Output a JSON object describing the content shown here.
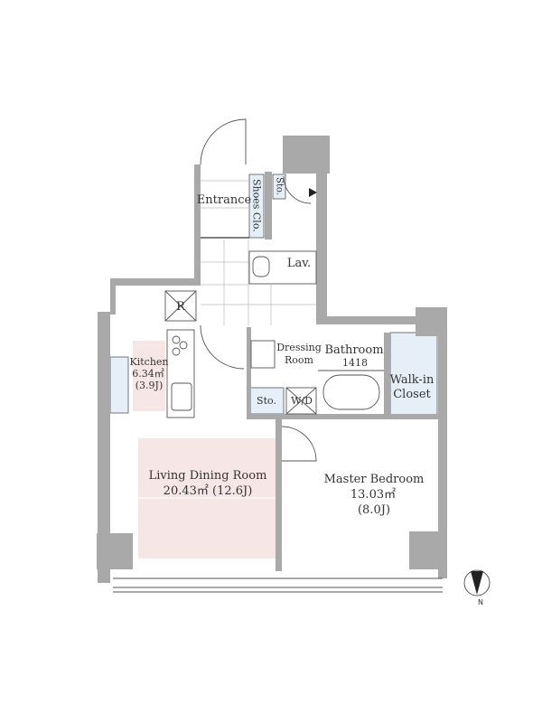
{
  "floorplan": {
    "rooms": {
      "entrance": "Entrance",
      "shoes_closet": "Shoes Clo.",
      "storage_top": "Sto.",
      "lavatory": "Lav.",
      "refrigerator": "R",
      "kitchen": {
        "name": "Kitchen",
        "area": "6.34㎡",
        "jo": "(3.9J)"
      },
      "dressing_room": {
        "line1": "Dressing",
        "line2": "Room"
      },
      "bathroom": {
        "name": "Bathroom",
        "size": "1418"
      },
      "walk_in_closet": {
        "line1": "Walk-in",
        "line2": "Closet"
      },
      "storage_bottom": "Sto.",
      "washer_dryer": "W/D",
      "living_dining": {
        "name": "Living Dining Room",
        "area": "20.43㎡ (12.6J)"
      },
      "master_bedroom": {
        "name": "Master Bedroom",
        "area": "13.03㎡",
        "jo": "(8.0J)"
      }
    },
    "compass": {
      "label": "N"
    },
    "colors": {
      "wall": "#a9a9a9",
      "highlight": "#f7e6e6",
      "storage": "#e6eef8",
      "line": "#555555"
    }
  }
}
